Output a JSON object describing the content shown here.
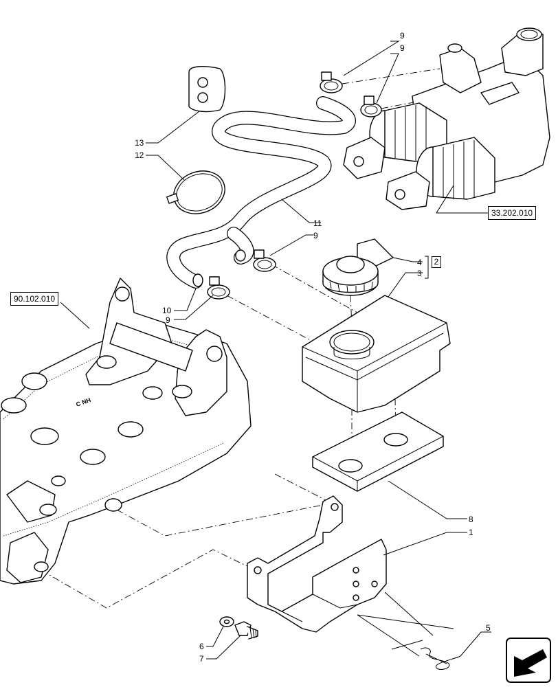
{
  "references": {
    "ref_left": "90.102.010",
    "ref_right": "33.202.010"
  },
  "qty_box": "2",
  "callouts": [
    {
      "id": "c9a",
      "text": "9"
    },
    {
      "id": "c9b",
      "text": "9"
    },
    {
      "id": "c13",
      "text": "13"
    },
    {
      "id": "c12",
      "text": "12"
    },
    {
      "id": "c11",
      "text": "11"
    },
    {
      "id": "c9c",
      "text": "9"
    },
    {
      "id": "c4",
      "text": "4"
    },
    {
      "id": "c3",
      "text": "3"
    },
    {
      "id": "c10",
      "text": "10"
    },
    {
      "id": "c9d",
      "text": "9"
    },
    {
      "id": "c8",
      "text": "8"
    },
    {
      "id": "c1",
      "text": "1"
    },
    {
      "id": "c5",
      "text": "5"
    },
    {
      "id": "c6",
      "text": "6"
    },
    {
      "id": "c7",
      "text": "7"
    }
  ],
  "icons": {
    "nav": "next-page-arrow-icon"
  }
}
